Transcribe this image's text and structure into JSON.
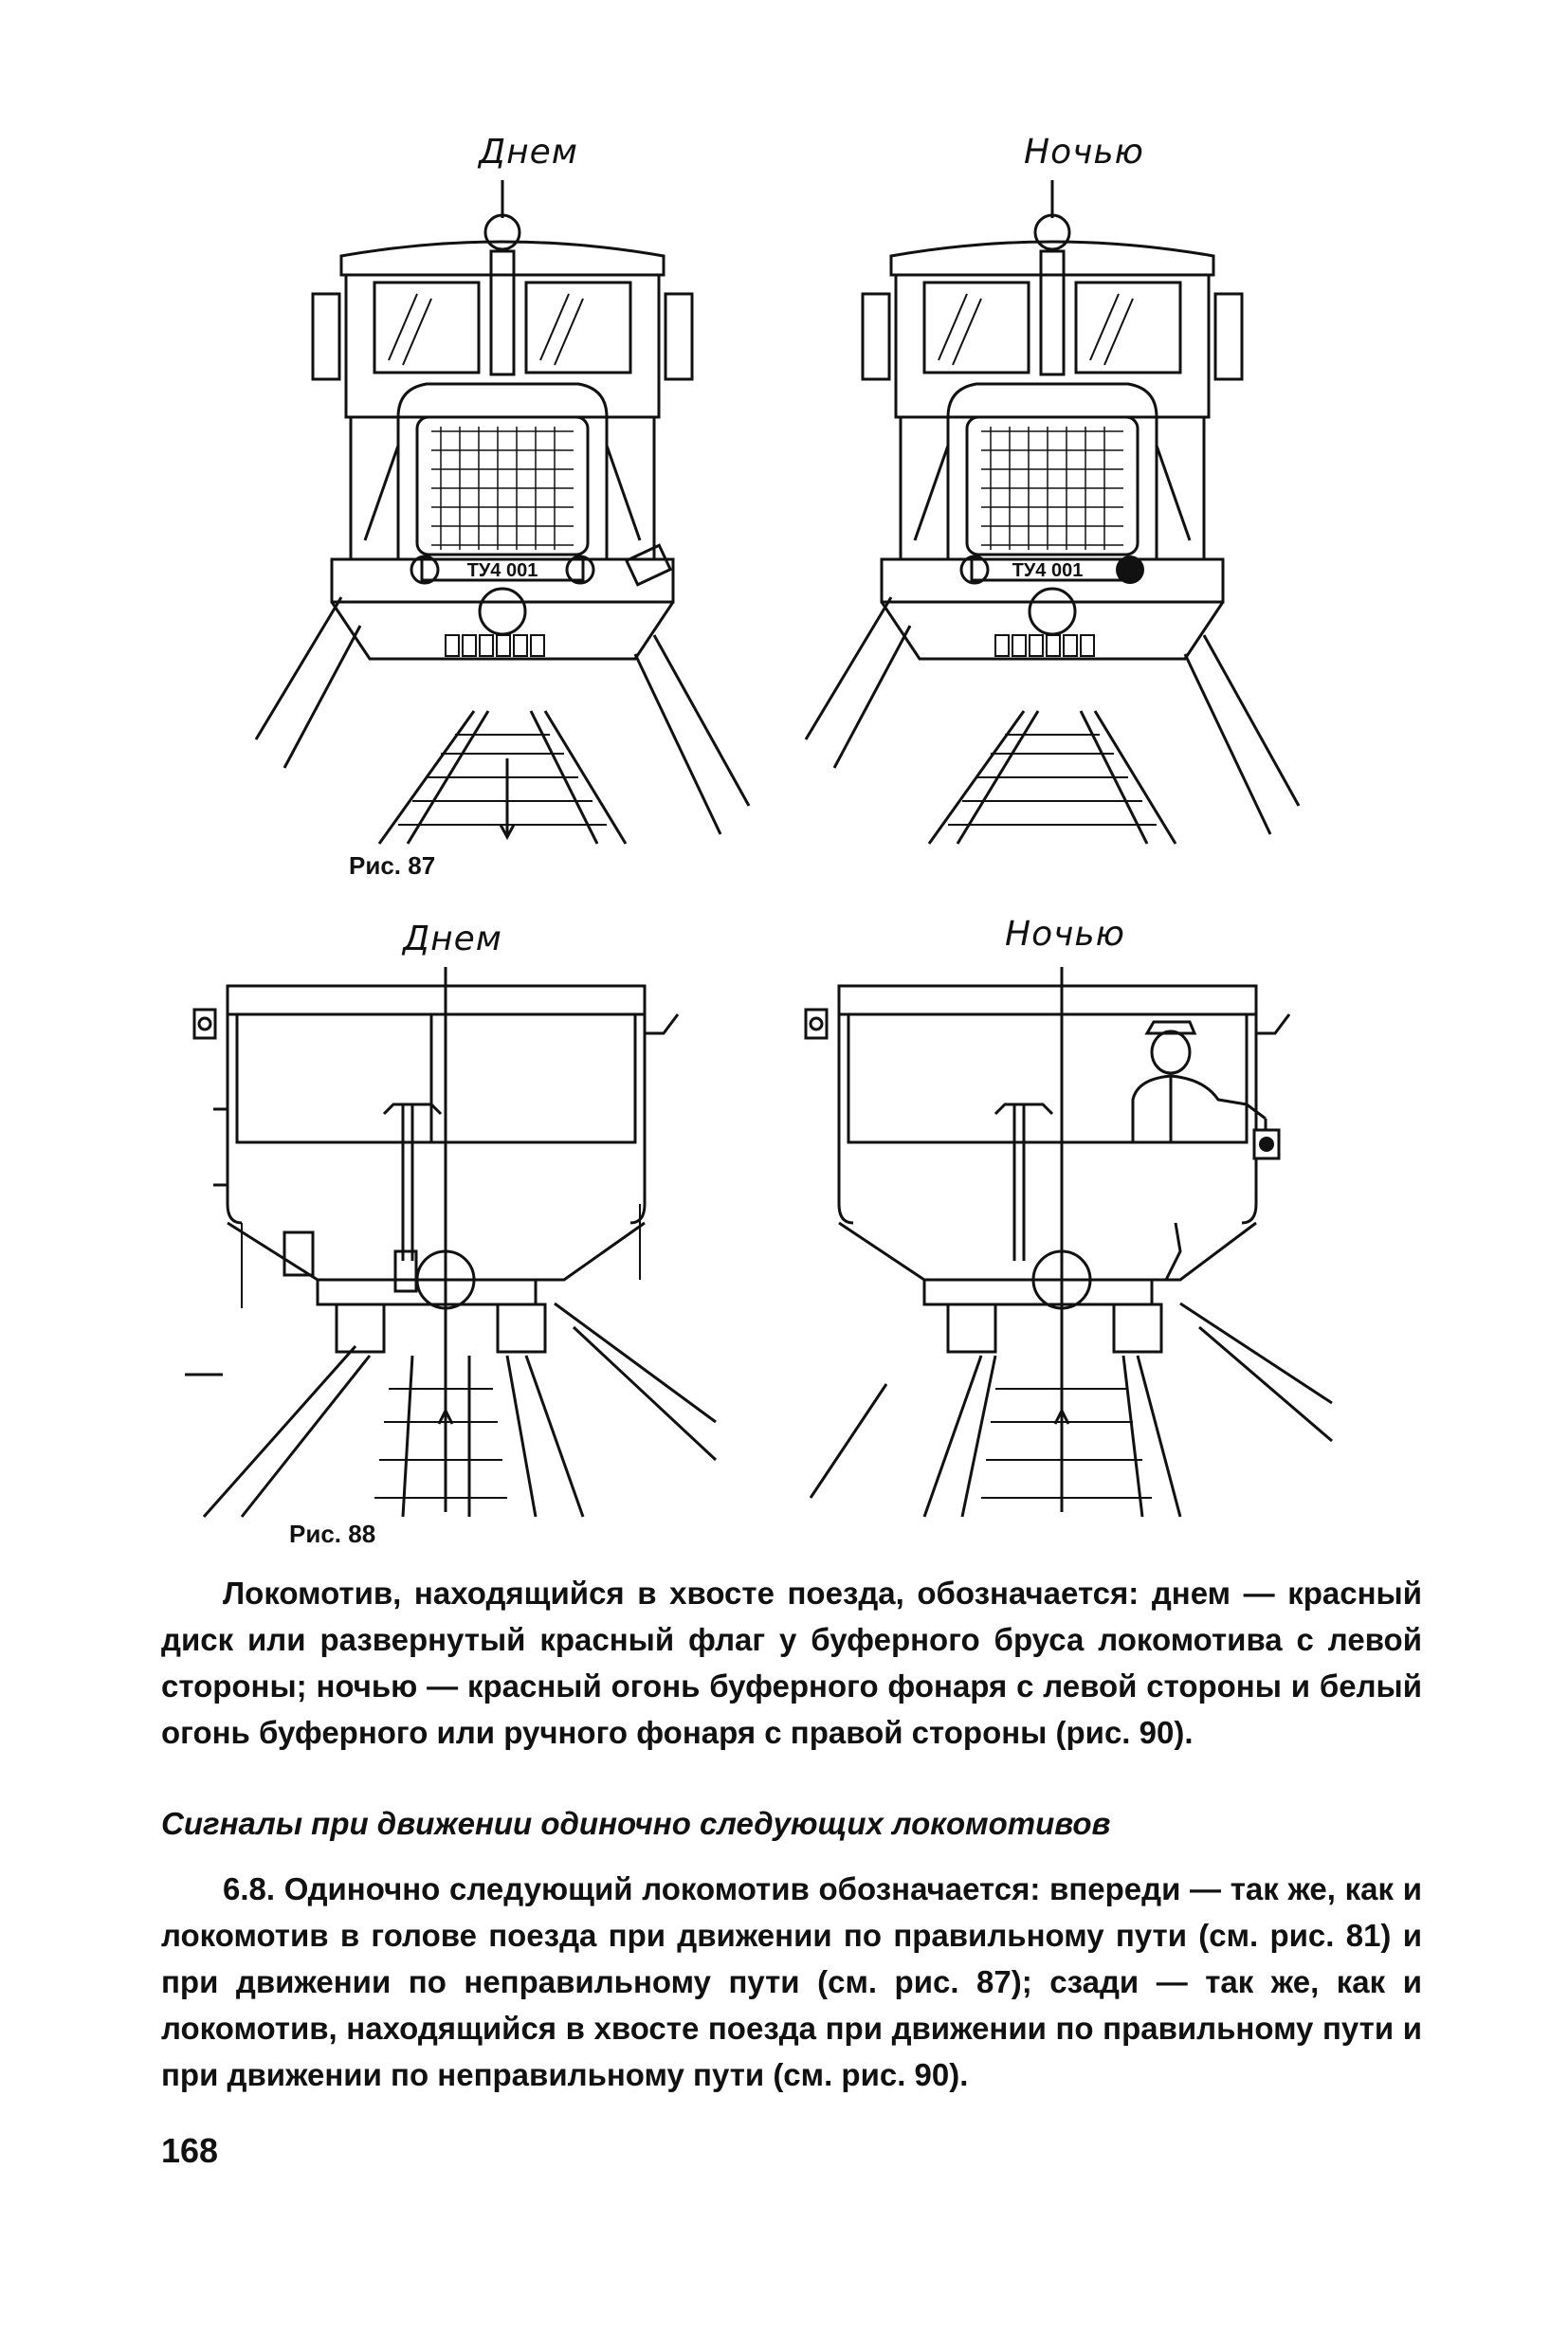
{
  "figure_87": {
    "caption": "Рис. 87",
    "panels": [
      {
        "label": "Днем",
        "number_plate": "ТУ4 001"
      },
      {
        "label": "Ночью",
        "number_plate": "ТУ4 001"
      }
    ]
  },
  "figure_88": {
    "caption": "Рис. 88",
    "panels": [
      {
        "label": "Днем"
      },
      {
        "label": "Ночью"
      }
    ]
  },
  "text": {
    "paragraph_1": "Локомотив, находящийся в хвосте поезда, обозначается: днем — красный диск или развернутый красный флаг у буферного бруса локомотива с левой стороны; ночью — красный огонь буферного фонаря с левой стороны и белый огонь буферного или ручного фонаря с правой стороны (рис. 90).",
    "section_title": "Сигналы при движении одиночно следующих локомотивов",
    "paragraph_2": "6.8. Одиночно следующий локомотив обозначается: впереди — так же, как и локомотив в голове поезда при движении по правильному пути (см. рис. 81) и при движении по неправильному пути (см. рис. 87); сзади — так же, как и локомотив, находящийся в хвосте поезда при движении по правильному пути и при движении по неправильному пути (см. рис. 90)."
  },
  "page_number": "168"
}
